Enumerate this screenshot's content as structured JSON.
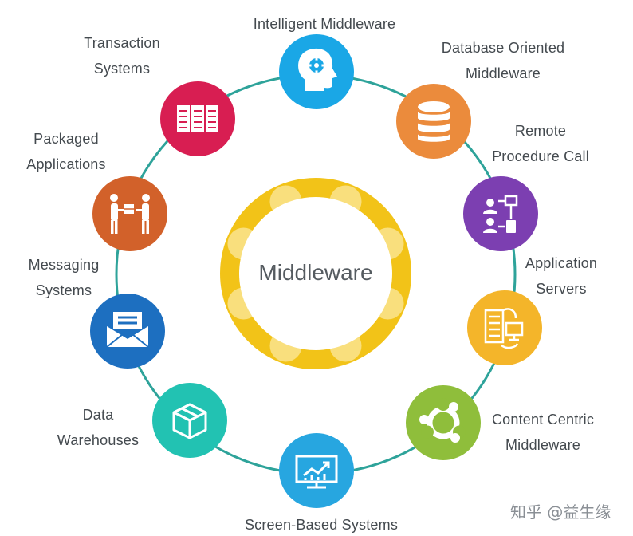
{
  "center": {
    "label": "Middleware"
  },
  "colors": {
    "ring": "#2ea39a",
    "gear": "#f2c318",
    "gear_inner": "#f9df7d",
    "intelligent": "#1aa7e6",
    "database": "#eb8b3c",
    "rpc": "#7c3fb1",
    "appserver": "#f4b52a",
    "content": "#8fbe3b",
    "screen": "#27a6e0",
    "warehouse": "#22c2b2",
    "messaging": "#1d6fc0",
    "packaged": "#d2612a",
    "transaction": "#d81e52"
  },
  "nodes": [
    {
      "id": "intelligent",
      "icon": "head-gear-icon",
      "lines": [
        "Intelligent Middleware"
      ]
    },
    {
      "id": "database",
      "icon": "database-icon",
      "lines": [
        "Database Oriented",
        "Middleware"
      ]
    },
    {
      "id": "rpc",
      "icon": "flowchart-icon",
      "lines": [
        "Remote",
        "Procedure Call"
      ]
    },
    {
      "id": "appserver",
      "icon": "server-icon",
      "lines": [
        "Application",
        "Servers"
      ]
    },
    {
      "id": "content",
      "icon": "ubuntu-logo-icon",
      "lines": [
        "Content Centric",
        "Middleware"
      ]
    },
    {
      "id": "screen",
      "icon": "monitor-chart-icon",
      "lines": [
        "Screen-Based Systems"
      ]
    },
    {
      "id": "warehouse",
      "icon": "box-icon",
      "lines": [
        "Data",
        "Warehouses"
      ]
    },
    {
      "id": "messaging",
      "icon": "envelope-icon",
      "lines": [
        "Messaging",
        "Systems"
      ]
    },
    {
      "id": "packaged",
      "icon": "handover-icon",
      "lines": [
        "Packaged",
        "Applications"
      ]
    },
    {
      "id": "transaction",
      "icon": "server-racks-icon",
      "lines": [
        "Transaction",
        "Systems"
      ]
    }
  ],
  "watermark": "知乎 @益生缘"
}
